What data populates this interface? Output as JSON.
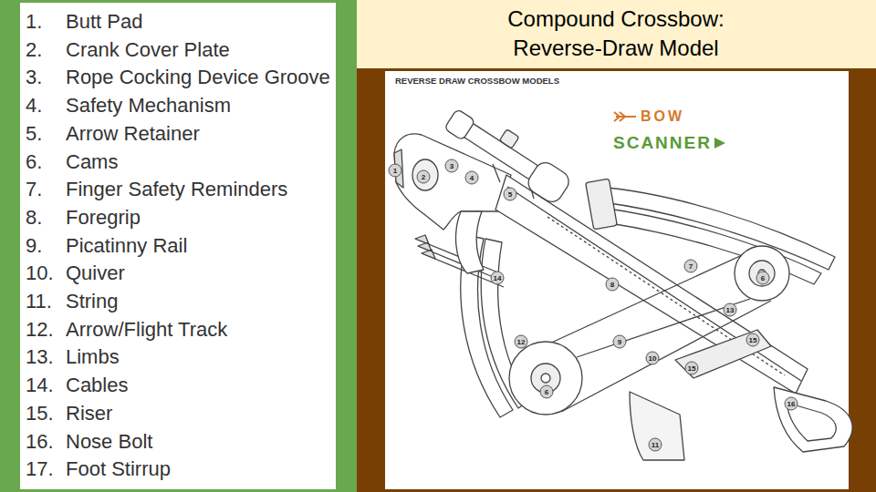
{
  "diagram": {
    "title": "Compound Crossbow: Reverse-Draw Model",
    "labels": [
      "1.",
      "Butt Pad",
      "2.",
      "Crank Cover Plate",
      "3.",
      "Rope Cocking Device Groove",
      "4.",
      "Safety Mechanism",
      "5.",
      "Arrow Retainer",
      "6.",
      "Cams",
      "7.",
      "Finger Safety Reminders",
      "8.",
      "Foregrip",
      "9.",
      "Picatinny Rail",
      "10.",
      "Quiver",
      "11.",
      "String",
      "12.",
      "Arrow/Flight Track",
      "13.",
      "Limbs",
      "14.",
      "Cables",
      "15.",
      "Riser",
      "16.",
      "Nose Bolt",
      "17.",
      "Foot Stirrup",
      "REVERSE DRAW CROSSBOW MODELS",
      "BOW",
      "SCANNER",
      "3",
      "1",
      "2",
      "4",
      "5",
      "7",
      "6",
      "14",
      "8",
      "13",
      "15",
      "12",
      "9",
      "10",
      "15",
      "6",
      "16",
      "11"
    ]
  }
}
